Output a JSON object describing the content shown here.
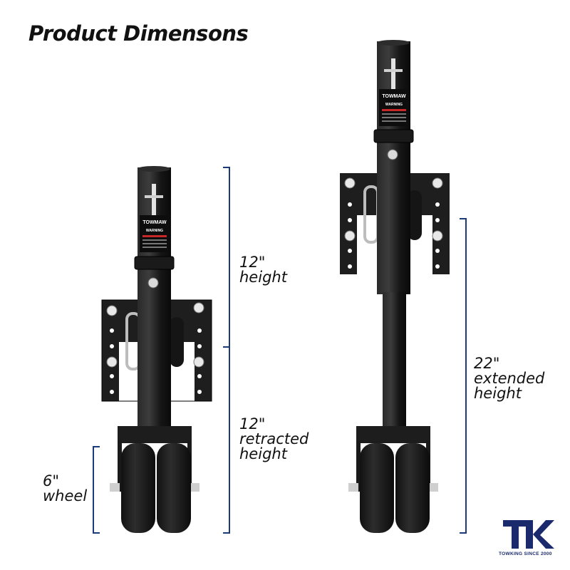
{
  "title": "Product Dimensons",
  "dimensions": {
    "height_12": {
      "value": "12\"",
      "label": "height"
    },
    "retracted": {
      "value": "12\"",
      "label": "retracted",
      "label2": "height"
    },
    "wheel": {
      "value": "6\"",
      "label": "wheel"
    },
    "extended": {
      "value": "22\"",
      "label": "extended",
      "label2": "height"
    }
  },
  "jack_decal": {
    "brand": "TOWMAW",
    "warning": "WARNING"
  },
  "logo": {
    "letters": "TK",
    "tagline": "TOWKING SINCE 2000"
  },
  "colors": {
    "dimension_line": "#1a3a7a",
    "product": "#1b1b1b",
    "logo": "#1a2a6c"
  }
}
